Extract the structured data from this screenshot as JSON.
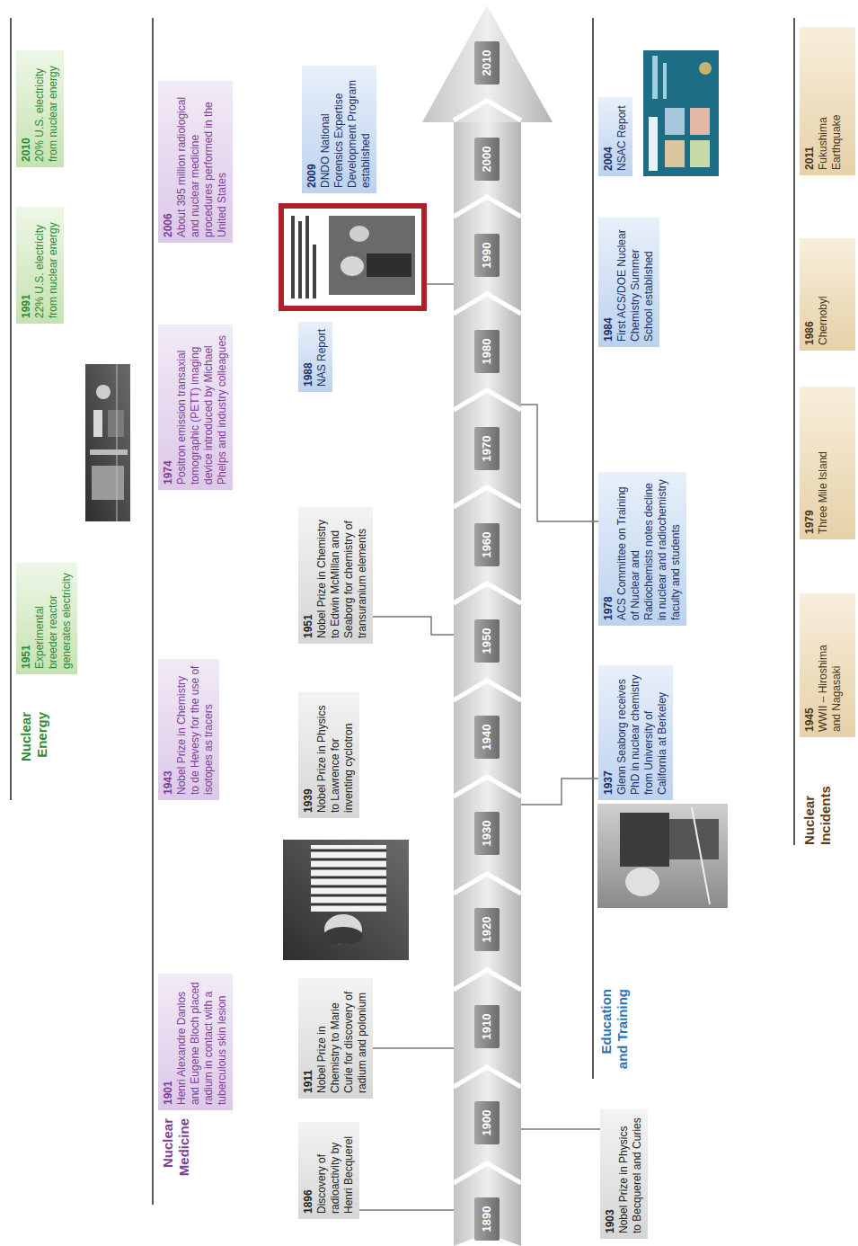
{
  "diagram": {
    "nodes": [
      {
        "text": [
          "1951",
          "Experimental breeder reactor generates electricity"
        ]
      },
      {
        "text": [
          "1991",
          "22% U.S. electricity from nuclear energy"
        ]
      },
      {
        "text": [
          "2010",
          "20% U.S. electricity from nuclear energy"
        ]
      },
      {
        "text": [
          "1901",
          "Henri Alexandre Danlos and Eugene Bloch placed radium in contact with a tuberculous skin lesion"
        ]
      },
      {
        "text": [
          "1943",
          "Nobel Prize in Chemistry to de Hevesy for the use of isotopes as tracers"
        ]
      },
      {
        "text": [
          "1974",
          "Positron emission transaxial tomographic (PETT) imaging device introduced by Michael Phelps and industry colleagues"
        ]
      },
      {
        "text": [
          "2006",
          "About 395 million radiological and nuclear medicine procedures performed in the United States"
        ]
      },
      {
        "text": [
          "1896",
          "Discovery of radioactivity by Henri Becquerel"
        ]
      },
      {
        "text": [
          "1911",
          "Nobel Prize in Chemistry to Marie Curie for discovery of radium and polonium"
        ]
      },
      {
        "text": [
          "1939",
          "Nobel Prize in Physics to Lawrence for inventing cyclotron"
        ]
      },
      {
        "text": [
          "1951",
          "Nobel Prize in Chemistry to Edwin McMillan and Seaborg for chemistry of transuranium elements"
        ]
      },
      {
        "text": [
          "1988",
          "NAS Report"
        ]
      },
      {
        "text": [
          "2009",
          "DNDO National Forensics Expertise Development Program established"
        ]
      },
      {
        "text": [
          "1903",
          "Nobel Prize in Physics to Becquerel and Curies"
        ]
      },
      {
        "text": [
          "1937",
          "Glenn Seaborg receives PhD in nuclear chemistry from University of California at Berkeley"
        ]
      },
      {
        "text": [
          "1978",
          "ACS Committee on Training of Nuclear and Radiochemists notes decline in nuclear and radiochemistry faculty and students"
        ]
      },
      {
        "text": [
          "1984",
          "First ACS/DOE Nuclear Chemistry Summer School established"
        ]
      },
      {
        "text": [
          "2004",
          "NSAC Report"
        ]
      },
      {
        "text": [
          "1945",
          "WWII – Hiroshima and Nagasaki"
        ]
      },
      {
        "text": [
          "1979",
          "Three Mile Island"
        ]
      },
      {
        "text": [
          "1986",
          "Chernobyl"
        ]
      },
      {
        "text": [
          "2011",
          "Fukushima Earthquake"
        ]
      }
    ],
    "labels": [
      "Nuclear Energy",
      "Nuclear Medicine",
      "1890",
      "1900",
      "1910",
      "1920",
      "1930",
      "1940",
      "1950",
      "1960",
      "1970",
      "1980",
      "1990",
      "2000",
      "2010",
      "Education and Training",
      "Nuclear Incidents"
    ]
  }
}
